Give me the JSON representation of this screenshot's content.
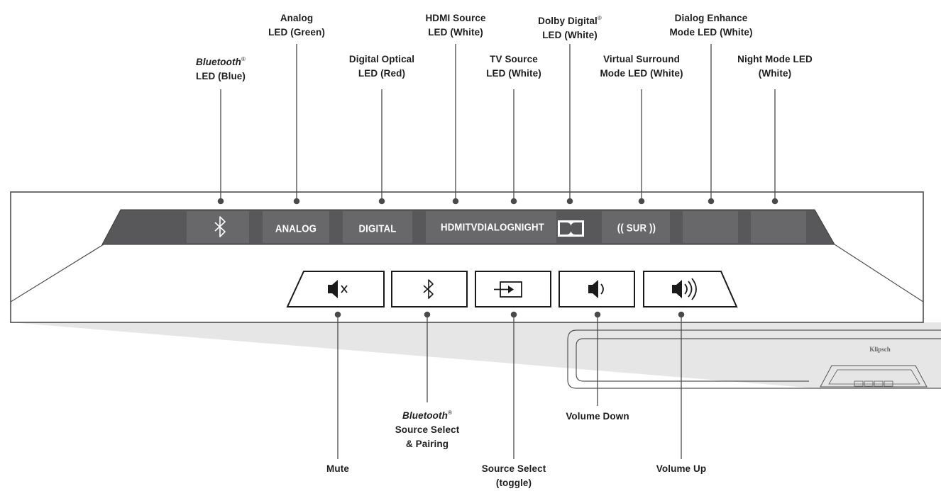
{
  "top_labels": [
    {
      "id": "bluetooth-led",
      "line1_italic": "Bluetooth",
      "line1_mark": "®",
      "line2": "LED (Blue)"
    },
    {
      "id": "analog-led",
      "line1": "Analog",
      "line2": "LED (Green)"
    },
    {
      "id": "digital-optical-led",
      "line1": "Digital Optical",
      "line2": "LED (Red)"
    },
    {
      "id": "hdmi-source-led",
      "line1": "HDMI Source",
      "line2": "LED (White)"
    },
    {
      "id": "tv-source-led",
      "line1": "TV Source",
      "line2": "LED (White)"
    },
    {
      "id": "dolby-digital-led",
      "line1": "Dolby Digital",
      "line1_mark": "®",
      "line2": "LED (White)"
    },
    {
      "id": "virtual-surround-led",
      "line1": "Virtual Surround",
      "line2": "Mode LED (White)"
    },
    {
      "id": "dialog-enhance-led",
      "line1": "Dialog Enhance",
      "line2": "Mode LED (White)"
    },
    {
      "id": "night-mode-led",
      "line1": "Night Mode LED",
      "line2": "(White)"
    }
  ],
  "led_strip": {
    "analog": "ANALOG",
    "digital": "DIGITAL",
    "hdmi_tv_dialog_night": "HDMITVDIALOGNIGHT",
    "sur": "(( SUR ))"
  },
  "bottom_labels": [
    {
      "id": "mute",
      "line1": "Mute"
    },
    {
      "id": "bluetooth-source-select",
      "line1_italic": "Bluetooth",
      "line1_mark": "®",
      "line2": "Source Select",
      "line3": "& Pairing"
    },
    {
      "id": "source-select",
      "line1": "Source Select",
      "line2": "(toggle)"
    },
    {
      "id": "volume-down",
      "line1": "Volume Down"
    },
    {
      "id": "volume-up",
      "line1": "Volume Up"
    }
  ],
  "brand": "Klipsch",
  "colors": {
    "strip": "#58585a",
    "strip_segment": "#6a6a6c",
    "line": "#4a4a4a",
    "shadow": "#e4e4e4",
    "panel_border": "#4d4d4d"
  }
}
